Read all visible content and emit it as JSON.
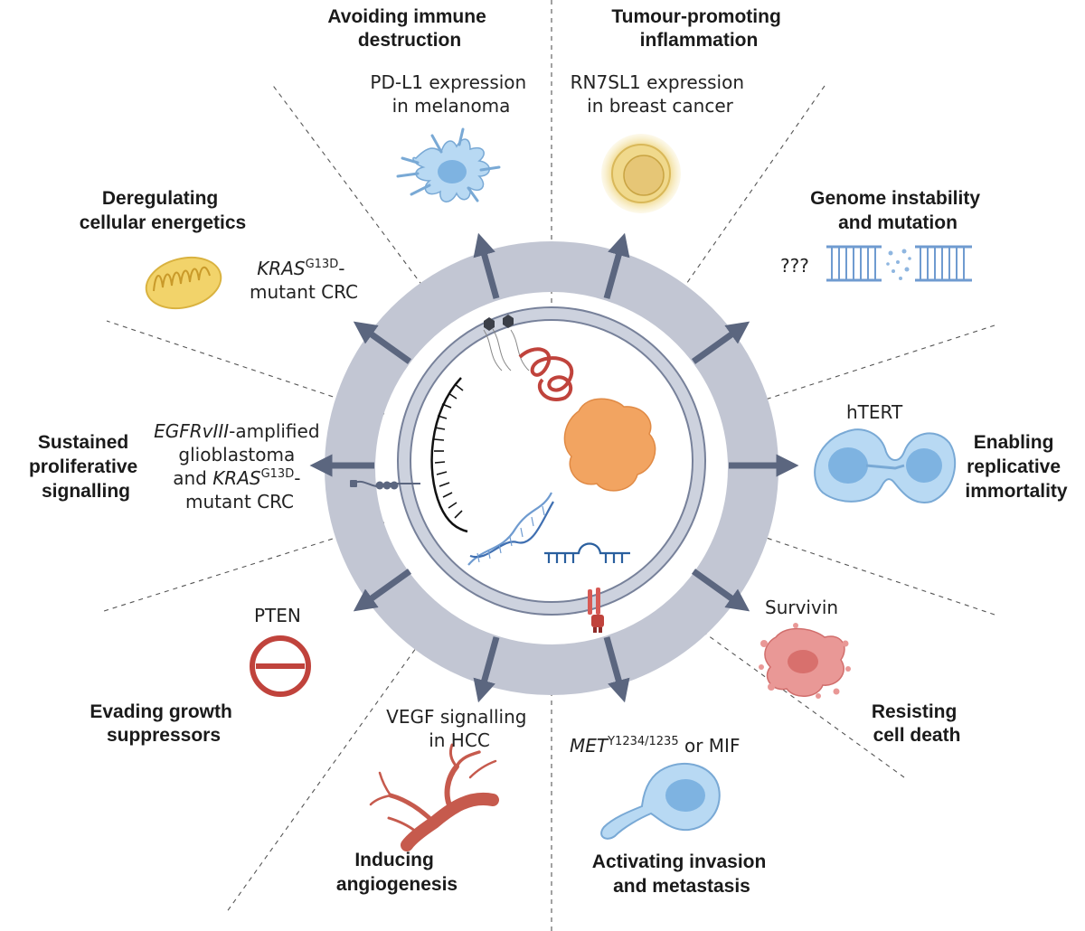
{
  "hallmarks": {
    "avoiding_immune": {
      "line1": "Avoiding immune",
      "line2": "destruction"
    },
    "tumour_inflammation": {
      "line1": "Tumour-promoting",
      "line2": "inflammation"
    },
    "genome_instability": {
      "line1": "Genome instability",
      "line2": "and mutation"
    },
    "replicative_immortality": {
      "line1": "Enabling",
      "line2": "replicative",
      "line3": "immortality"
    },
    "resisting_death": {
      "line1": "Resisting",
      "line2": "cell death"
    },
    "invasion_metastasis": {
      "line1": "Activating invasion",
      "line2": "and metastasis"
    },
    "angiogenesis": {
      "line1": "Inducing",
      "line2": "angiogenesis"
    },
    "evading_suppressors": {
      "line1": "Evading growth",
      "line2": "suppressors"
    },
    "proliferative_signalling": {
      "line1": "Sustained",
      "line2": "proliferative",
      "line3": "signalling"
    },
    "cellular_energetics": {
      "line1": "Deregulating",
      "line2": "cellular energetics"
    }
  },
  "examples": {
    "pdl1": {
      "line1": "PD-L1 expression",
      "line2": "in melanoma"
    },
    "rn7sl1": {
      "line1": "RN7SL1 expression",
      "line2": "in breast cancer"
    },
    "unknown": "???",
    "htert": "hTERT",
    "survivin": "Survivin",
    "met": {
      "gene": "MET",
      "sup": "Y1234/1235",
      "rest": " or MIF"
    },
    "vegf": {
      "line1": "VEGF signalling",
      "line2": "in HCC"
    },
    "pten": "PTEN",
    "egfr": {
      "line1_gene": "EGFRvIII",
      "line1_rest": "-amplified",
      "line2": "glioblastoma",
      "line3_pre": "and ",
      "line3_gene": "KRAS",
      "line3_sup": "G13D",
      "line3_post": "-",
      "line4": "mutant CRC"
    },
    "kras": {
      "gene": "KRAS",
      "sup": "G13D",
      "post": "-",
      "line2": "mutant CRC"
    }
  },
  "colors": {
    "ring": "#c2c6d3",
    "arrow": "#5b667f",
    "membrane": "#cdd2de",
    "membrane_stroke": "#77819a",
    "dna_blue": "#6f9bd0",
    "rna_red": "#c0433c",
    "protein_orange": "#f2a461",
    "cell_blue": "#b8d9f3",
    "pten_red": "#c0433c",
    "mito_yellow": "#f2d36a",
    "survivin_pink": "#e99896",
    "vessel_red": "#c65a4d",
    "sun_yellow": "#f1d98a"
  }
}
